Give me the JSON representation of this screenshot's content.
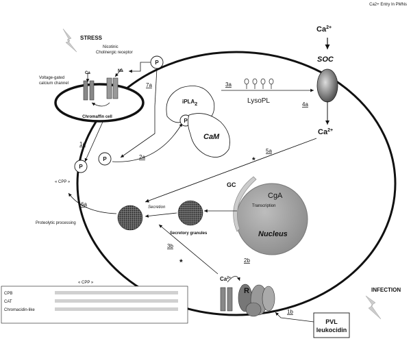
{
  "header": {
    "top_right": "Ca2+ Entry In PMNs"
  },
  "stress": {
    "title": "STRESS",
    "nicotinic": "Nicotinic",
    "cholinergic": "Cholinergic receptor",
    "voltage_gated_1": "Voltage-gated",
    "voltage_gated_2": "calcium channel",
    "ca_label": "Ca",
    "na_label": "Na",
    "chromaffin": "Chromaffin cell",
    "p_top": "P"
  },
  "steps": {
    "s7a": "7a",
    "s1a": "1a",
    "s2a": "2a",
    "s3a": "3a",
    "s4a": "4a",
    "s5a": "5a",
    "s6a": "6a",
    "s3b": "3b",
    "s2b": "2b",
    "s1b": "1b"
  },
  "soc": {
    "ca_top": "Ca",
    "ca_sup": "2+",
    "soc_label": "SOC",
    "ca_bottom": "Ca",
    "ca_bottom_sup": "2+"
  },
  "ipla": {
    "ipla_main": "iPLA",
    "ipla_sub": "2",
    "p": "P",
    "cam": "CaM",
    "lysopl": "LysoPL"
  },
  "phospho": {
    "p1": "P",
    "p2": "P",
    "cpp": "« CPP »"
  },
  "cell": {
    "gc": "GC",
    "cga": "CgA",
    "transcription": "Transcription",
    "nucleus": "Nucleus",
    "secretion": "Secretion",
    "secretory_granules": "Secretory granules",
    "proteolytic": "Proteolytic processing"
  },
  "infection": {
    "title": "INFECTION",
    "ca": "Ca",
    "ca_sup": "2+",
    "r": "R",
    "pvl_1": "PVL",
    "pvl_2": "leukocidin"
  },
  "cpp_table": {
    "title": "« CPP »",
    "rows": [
      "CPB",
      "CAT",
      "Chromacidin-like"
    ]
  }
}
